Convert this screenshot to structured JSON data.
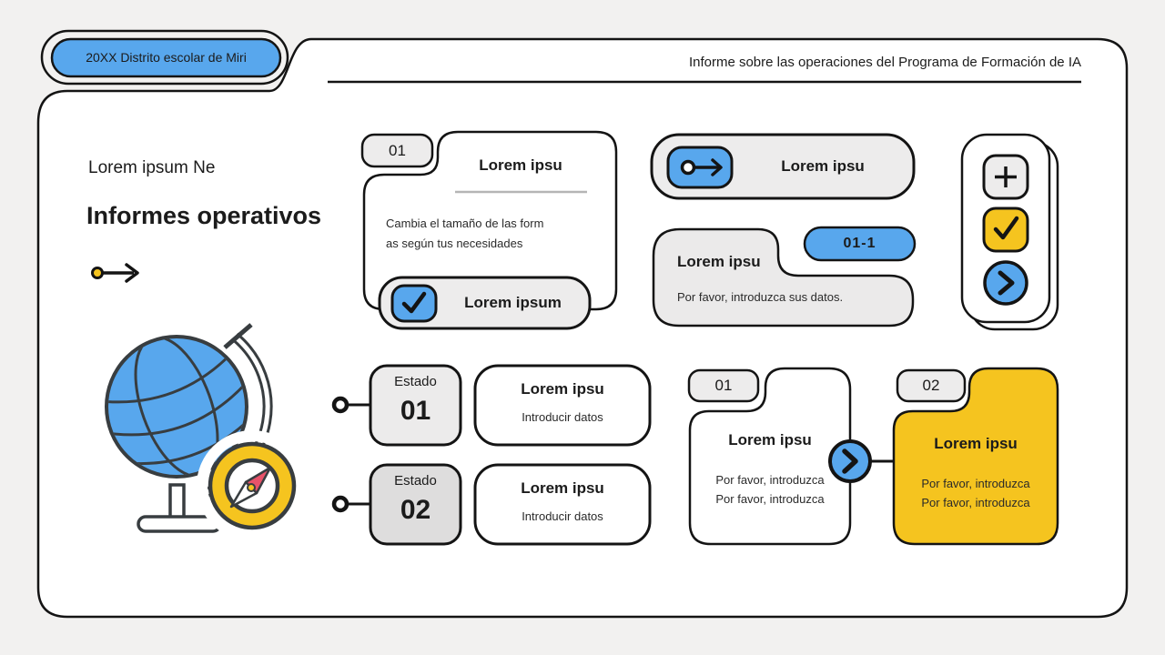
{
  "slide": {
    "badge": "20XX Distrito escolar de Miri",
    "header_title": "Informe sobre las operaciones del Programa de Formación de IA",
    "intro": {
      "eyebrow": "Lorem ipsum Ne",
      "title": "Informes operativos"
    },
    "card_01": {
      "tab": "01",
      "title": "Lorem ipsu",
      "line1": "Cambia el tamaño de las form",
      "line2": "as según tus necesidades",
      "button": "Lorem ipsum"
    },
    "action_button": "Lorem ipsu",
    "card_01_1": {
      "badge": "01-1",
      "title": "Lorem ipsu",
      "body": "Por favor, introduzca sus datos."
    },
    "status": [
      {
        "label": "Estado",
        "number": "01",
        "title": "Lorem ipsu",
        "body": "Introducir datos"
      },
      {
        "label": "Estado",
        "number": "02",
        "title": "Lorem ipsu",
        "body": "Introducir datos"
      }
    ],
    "steps": [
      {
        "tab": "01",
        "title": "Lorem ipsu",
        "line1": "Por favor, introduzca",
        "line2": "Por favor, introduzca"
      },
      {
        "tab": "02",
        "title": "Lorem ipsu",
        "line1": "Por favor, introduzca",
        "line2": "Por favor, introduzca"
      }
    ],
    "icons": {
      "badge_area": "rounded-tab",
      "intro": "arrow-right-icon",
      "illustration": [
        "globe-icon",
        "compass-icon"
      ],
      "card_01_button": "checkmark-icon",
      "action_button": "arrow-right-icon",
      "side_panel": [
        "plus-icon",
        "checkmark-icon",
        "chevron-right-icon"
      ],
      "step_connector": "chevron-right-icon"
    }
  },
  "colors": {
    "blue": "#58A7ED",
    "yellow": "#F5C41F",
    "light_gray": "#EDECEC",
    "darker_gray": "#DEDDDD",
    "outline": "#141414",
    "background": "#F2F1F0",
    "compass_red": "#E8536A"
  }
}
